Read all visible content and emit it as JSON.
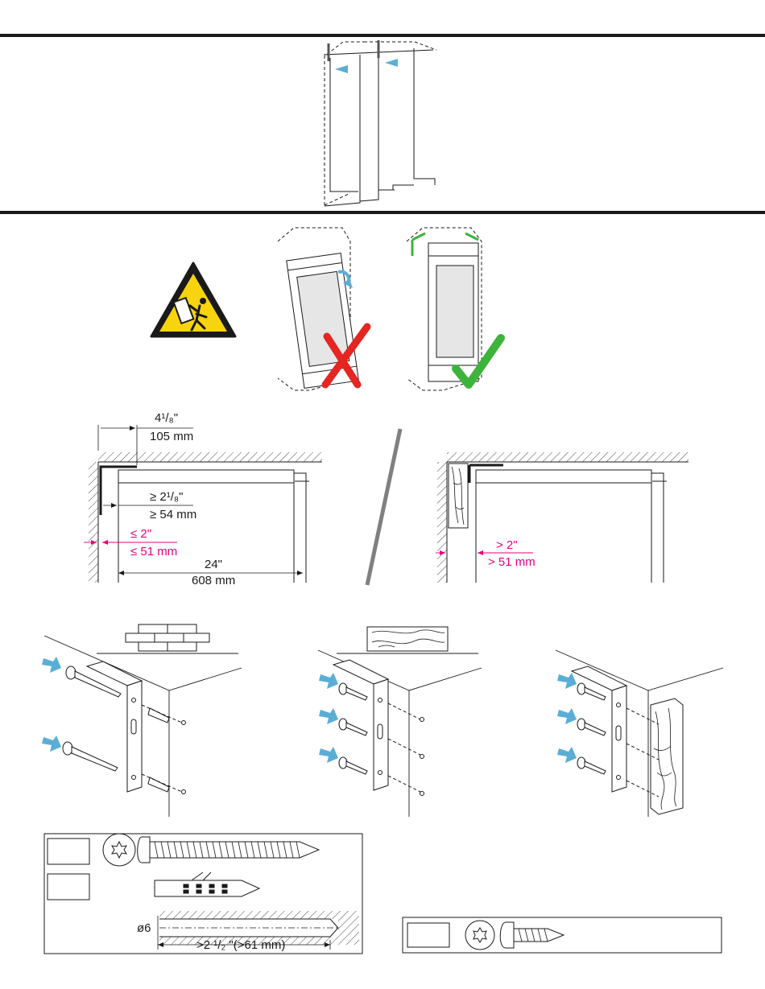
{
  "colors": {
    "ink": "#1a1a1a",
    "accent_blue": "#5aaed6",
    "magenta": "#e6007e",
    "cross_red": "#e52521",
    "check_green": "#3cb43c",
    "warning_yellow": "#f7d40e",
    "panel_fill": "#e6e6e6"
  },
  "icons": {
    "warning": "tip-over-warning-icon",
    "wrong": "cross-mark-icon",
    "right": "check-mark-icon",
    "masonry": "brick-wall-icon",
    "wood": "wood-board-icon",
    "screw": "screw-icon",
    "torx": "torx-head-icon",
    "dowel": "wall-plug-icon"
  },
  "section_dimensions": {
    "left": {
      "top_width_in": "4¹/₈\"",
      "top_width_mm": "105 mm",
      "gap_min_in": "≥ 2¹/₈\"",
      "gap_min_mm": "≥ 54 mm",
      "offset_max_in": "≤ 2\"",
      "offset_max_mm": "≤ 51 mm",
      "depth_in": "24\"",
      "depth_mm": "608 mm"
    },
    "right": {
      "offset_min_in": "> 2\"",
      "offset_min_mm": "> 51 mm"
    }
  },
  "hardware": {
    "drill_diameter": "ø6",
    "drill_depth": ">2 ¹/₂ \"(>61 mm)"
  }
}
